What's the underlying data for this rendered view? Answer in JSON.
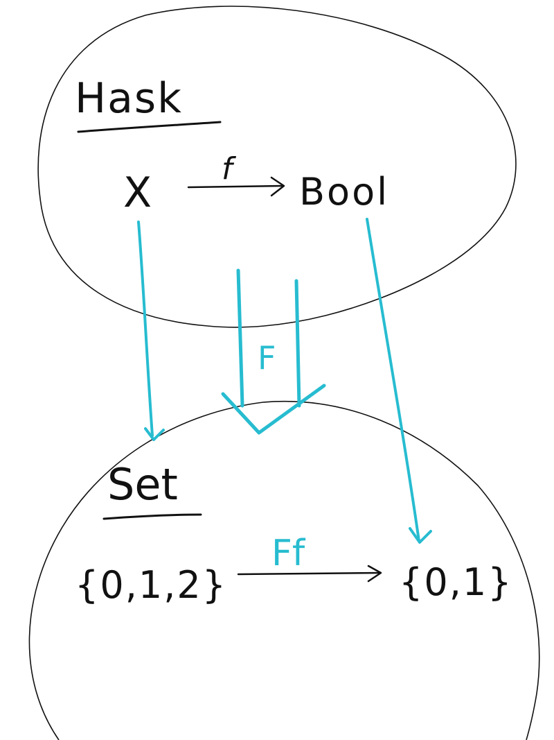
{
  "colors": {
    "ink": "#111111",
    "functor": "#27bcd0",
    "background": "#ffffff"
  },
  "categories": {
    "hask": {
      "label": "Hask",
      "source_object": "X",
      "target_object": "Bool",
      "morphism_label": "f"
    },
    "set": {
      "label": "Set",
      "source_object": "{0,1,2}",
      "target_object": "{0,1}",
      "morphism_label": "Ff"
    }
  },
  "functor": {
    "label": "F"
  }
}
